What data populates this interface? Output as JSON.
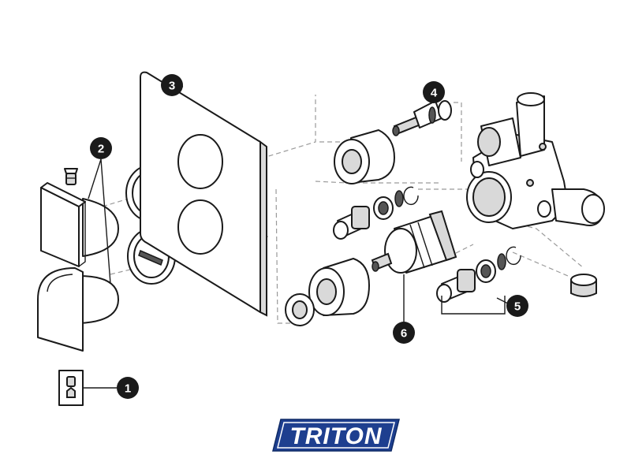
{
  "callouts": [
    {
      "id": "callout-1",
      "label": "1"
    },
    {
      "id": "callout-2",
      "label": "2"
    },
    {
      "id": "callout-3",
      "label": "3"
    },
    {
      "id": "callout-4",
      "label": "4"
    },
    {
      "id": "callout-5",
      "label": "5"
    },
    {
      "id": "callout-6",
      "label": "6"
    }
  ],
  "brand": {
    "logo_text": "TRITON",
    "logo_color": "#1e3f8f"
  }
}
